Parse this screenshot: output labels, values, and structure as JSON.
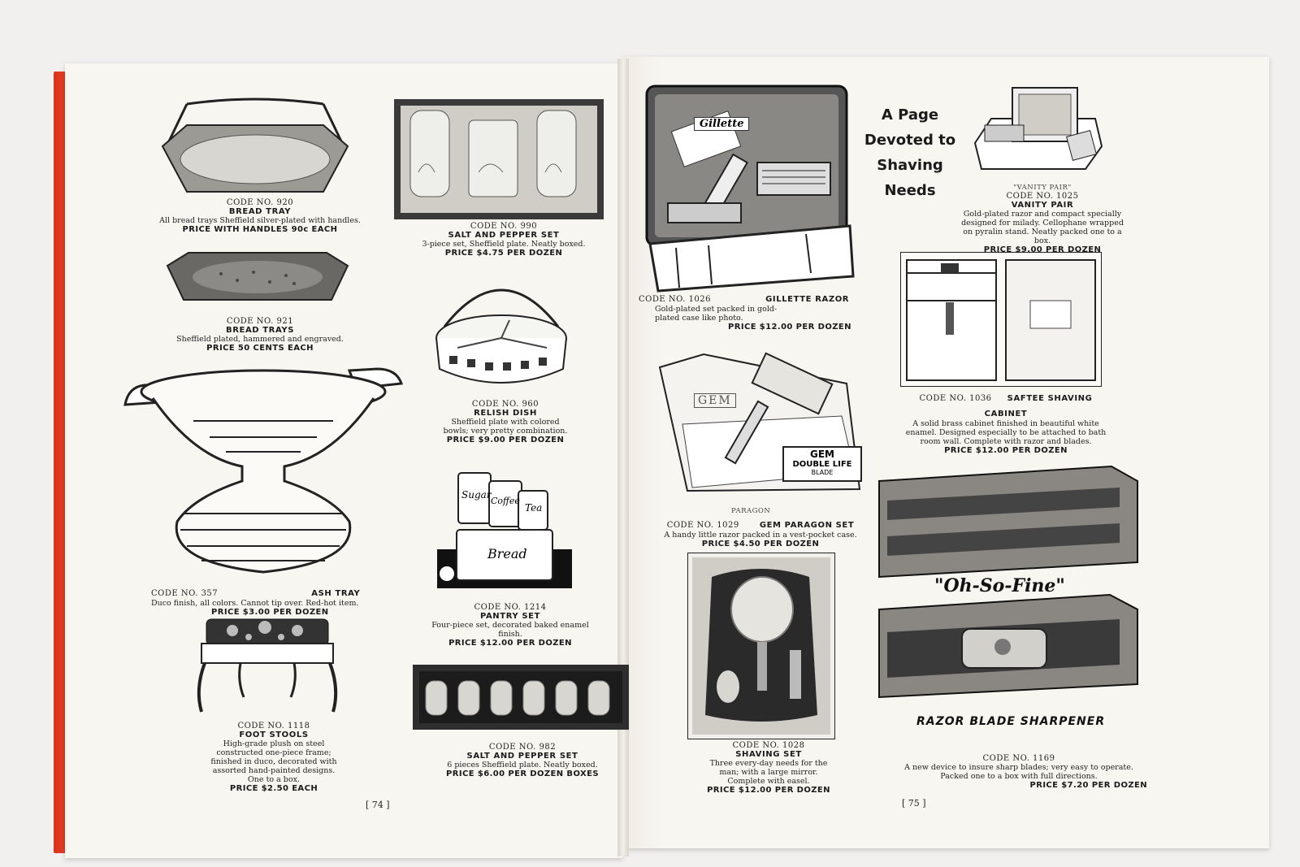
{
  "left_page": {
    "page_number": "[ 74 ]",
    "items": [
      {
        "code": "CODE NO. 920",
        "name": "BREAD TRAY",
        "desc": "All bread trays Sheffield silver-plated with handles.",
        "price": "PRICE WITH HANDLES 90c EACH"
      },
      {
        "code": "CODE NO. 921",
        "name": "BREAD TRAYS",
        "desc": "Sheffield plated, hammered and engraved.",
        "price": "PRICE 50 CENTS EACH"
      },
      {
        "code": "CODE NO. 357",
        "name": "ASH TRAY",
        "desc": "Duco finish, all colors. Cannot tip over. Red-hot item.",
        "price": "PRICE $3.00 PER DOZEN"
      },
      {
        "code": "CODE NO. 1118",
        "name": "FOOT STOOLS",
        "desc": "High-grade plush on steel constructed one-piece frame; finished in duco, decorated with assorted hand-painted designs. One to a box.",
        "price": "PRICE $2.50 EACH"
      },
      {
        "code": "CODE NO. 990",
        "name": "SALT AND PEPPER SET",
        "desc": "3-piece set, Sheffield plate. Neatly boxed.",
        "price": "PRICE $4.75 PER DOZEN"
      },
      {
        "code": "CODE NO. 960",
        "name": "RELISH DISH",
        "desc": "Sheffield plate with colored bowls; very pretty combination.",
        "price": "PRICE $9.00 PER DOZEN"
      },
      {
        "code": "CODE NO. 1214",
        "name": "PANTRY SET",
        "desc": "Four-piece set, decorated baked enamel finish.",
        "price": "PRICE $12.00 PER DOZEN"
      },
      {
        "code": "CODE NO. 982",
        "name": "SALT AND PEPPER SET",
        "desc": "6 pieces Sheffield plate. Neatly boxed.",
        "price": "PRICE $6.00 PER DOZEN BOXES"
      }
    ],
    "pantry_labels": [
      "Sugar",
      "Coffee",
      "Tea",
      "Bread"
    ]
  },
  "right_page": {
    "page_number": "[ 75 ]",
    "heading": [
      "A Page",
      "Devoted to",
      "Shaving",
      "Needs"
    ],
    "items": [
      {
        "code": "CODE NO. 1026",
        "name": "GILLETTE RAZOR",
        "desc": "Gold-plated set packed in gold-plated case like photo.",
        "price": "PRICE $12.00 PER DOZEN"
      },
      {
        "caption": "\"VANITY PAIR\"",
        "code": "CODE NO. 1025",
        "name": "VANITY PAIR",
        "desc": "Gold-plated razor and compact specially designed for milady. Cellophane wrapped on pyralin stand. Neatly packed one to a box.",
        "price": "PRICE $9.00 PER DOZEN"
      },
      {
        "caption": "PARAGON",
        "code": "CODE NO. 1029",
        "name": "GEM PARAGON SET",
        "desc": "A handy little razor packed in a vest-pocket case.",
        "price": "PRICE $4.50 PER DOZEN"
      },
      {
        "code": "CODE NO. 1036",
        "name": "SAFTEE SHAVING CABINET",
        "desc": "A solid brass cabinet finished in beautiful white enamel. Designed especially to be attached to bath room wall. Complete with razor and blades.",
        "price": "PRICE $12.00 PER DOZEN"
      },
      {
        "code": "CODE NO. 1028",
        "name": "SHAVING SET",
        "desc": "Three every-day needs for the man; with a large mirror. Complete with easel.",
        "price": "PRICE $12.00 PER DOZEN"
      },
      {
        "code": "CODE NO. 1169",
        "name": "",
        "desc": "A new device to insure sharp blades; very easy to operate. Packed one to a box with full directions.",
        "price": "PRICE $7.20 PER DOZEN"
      }
    ],
    "gillette_label": "Gillette",
    "gem_label": "GEM",
    "gem_box": [
      "GEM",
      "DOUBLE LIFE",
      "BLADE"
    ],
    "oh_so_fine": "\"Oh-So-Fine\"",
    "sharpener": "RAZOR BLADE SHARPENER"
  }
}
